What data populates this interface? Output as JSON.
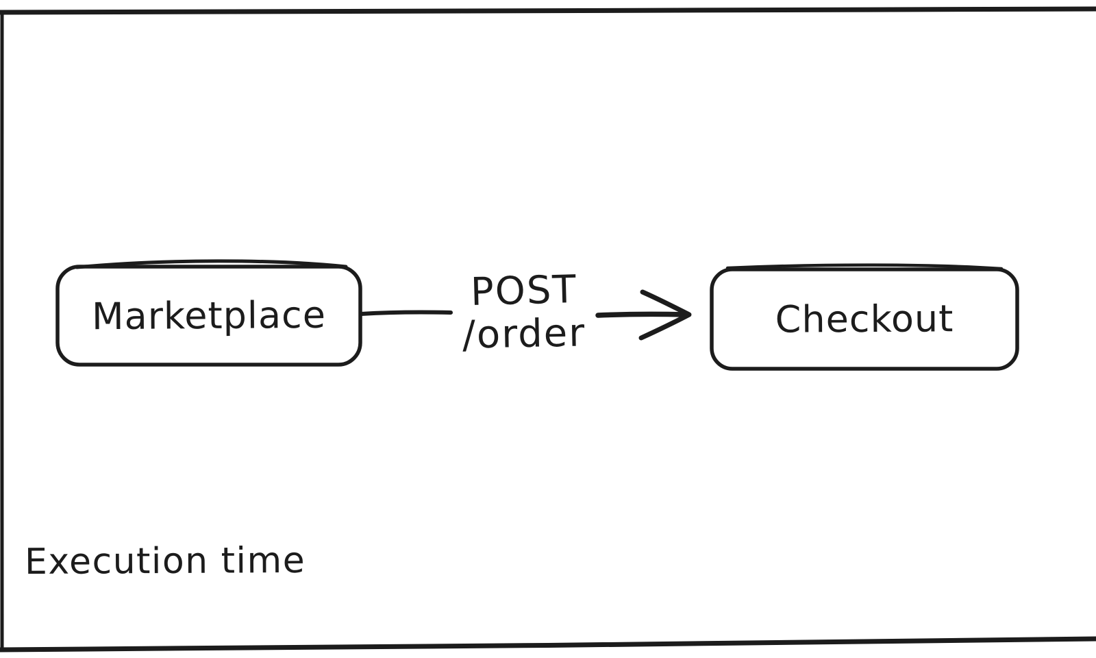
{
  "canvas": {
    "background": "#ffffff",
    "stroke_color": "#1c1c1c"
  },
  "diagram": {
    "nodes": [
      {
        "id": "marketplace",
        "label": "Marketplace"
      },
      {
        "id": "checkout",
        "label": "Checkout"
      }
    ],
    "edge": {
      "from": "marketplace",
      "to": "checkout",
      "label_line1": "POST",
      "label_line2": "/order"
    },
    "caption": "Execution time"
  }
}
